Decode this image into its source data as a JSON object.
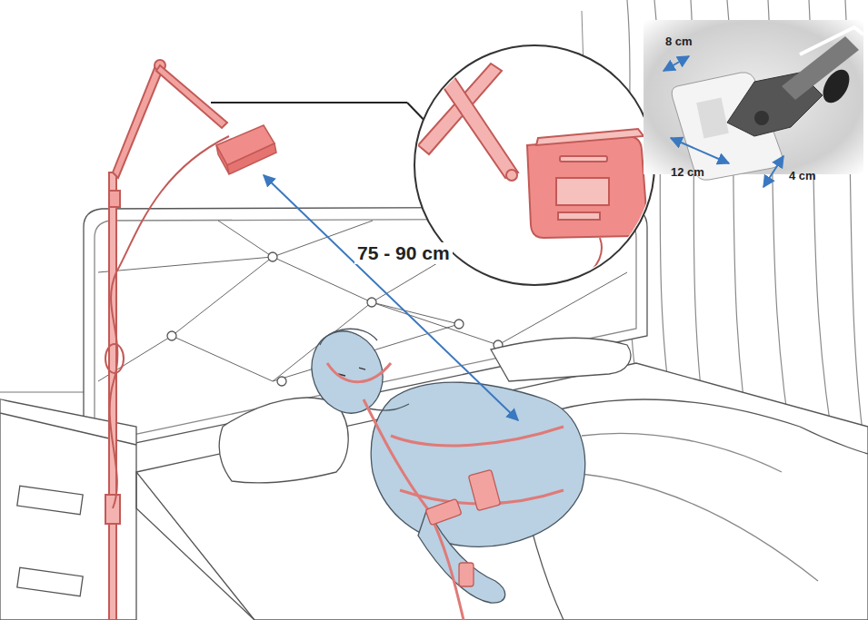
{
  "diagram": {
    "labels": [
      "75 - 90 cm",
      "8 cm",
      "12 cm",
      "4 cm"
    ]
  }
}
